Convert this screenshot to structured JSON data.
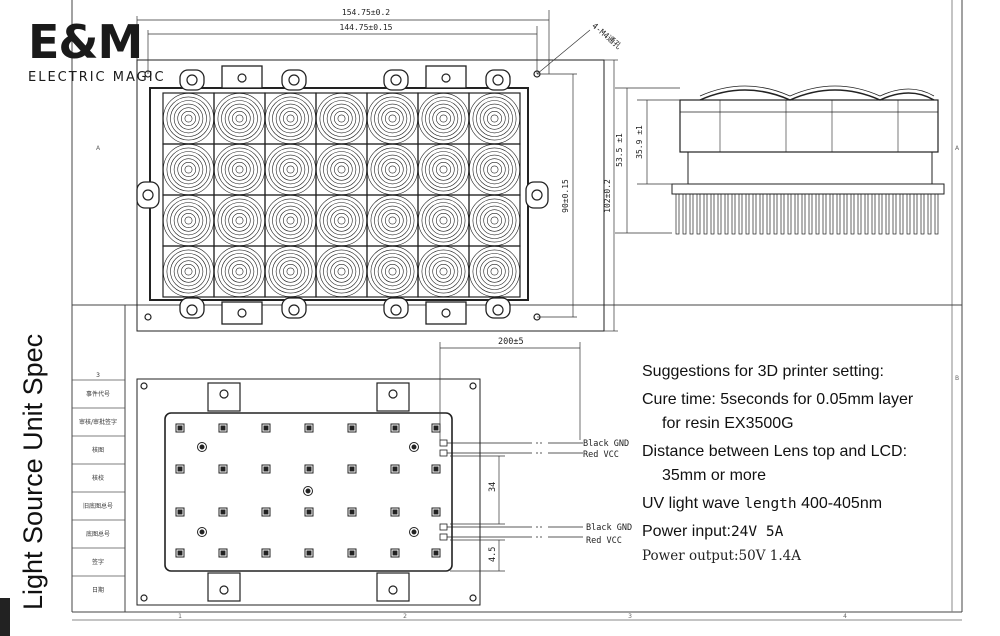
{
  "brand": {
    "logo_text": "E&M",
    "subtitle": "ELECTRIC MAGIC"
  },
  "sheet_title": "Light Source Unit Spec",
  "dimensions": {
    "overall_width": "154.75±0.2",
    "hole_pitch_width": "144.75±0.15",
    "hole_note": "4-M4通孔",
    "hole_pitch_height": "90±0.15",
    "overall_height": "102±0.2",
    "side_height_a": "53.5 ±1",
    "side_height_b": "35.9 ±1",
    "wire_length": "200±5",
    "lower_dim_a": "34",
    "lower_dim_b": "4.5"
  },
  "wires": [
    {
      "label": "Black GND"
    },
    {
      "label": "Red  VCC"
    },
    {
      "label": "Black GND"
    },
    {
      "label": "Red  VCC"
    }
  ],
  "title_block": {
    "rows": [
      "3",
      "事件代号",
      "审核/审批签字",
      "核图",
      "核校",
      "旧底图总号",
      "底图总号",
      "签字",
      "日期"
    ]
  },
  "border_marks": {
    "row_a": "A",
    "row_b": "B",
    "col_1": "1",
    "col_2": "2",
    "col_3": "3",
    "col_4": "4"
  },
  "suggestions": {
    "heading": "Suggestions for 3D printer setting:",
    "cure_time": "Cure time: 5seconds for 0.05mm layer",
    "cure_resin": "for resin EX3500G",
    "distance": "Distance between Lens top and LCD:",
    "distance_value": "35mm or more",
    "uv_label": "UV light wave ",
    "uv_length": "length",
    "uv_value": " 400-405nm",
    "power_input_label": "Power input:",
    "power_input_value": "24V 5A",
    "power_output_label": "Power output:",
    "power_output_value": "50V 1.4A"
  }
}
